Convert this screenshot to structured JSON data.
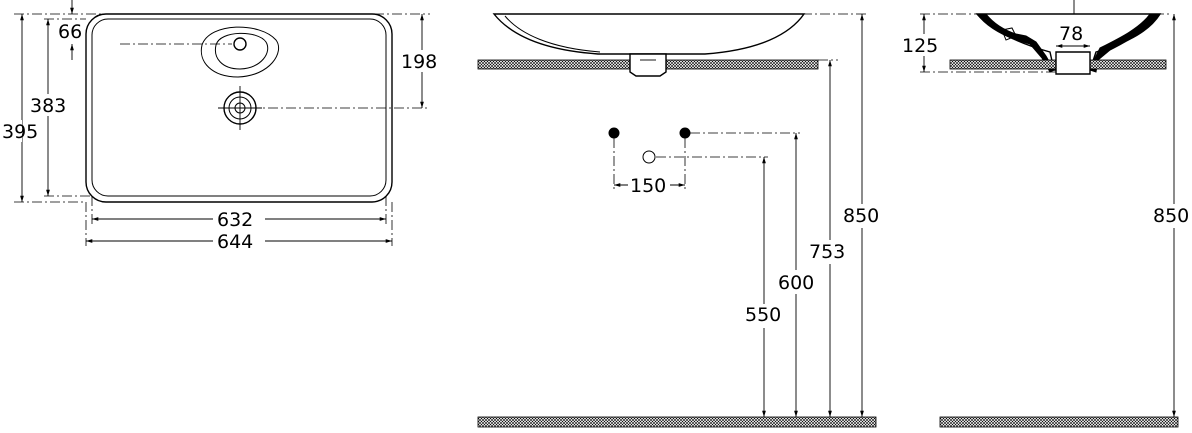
{
  "dimensions": {
    "tap_offset": "66",
    "inner_depth": "383",
    "outer_depth": "395",
    "waste_offset": "198",
    "inner_width": "632",
    "outer_width": "644",
    "fixing_spacing": "150",
    "waste_height": "550",
    "supply_height": "600",
    "counter_top_height": "753",
    "front_total_height": "850",
    "bowl_height": "125",
    "waste_diameter": "78",
    "side_total_height": "850"
  }
}
